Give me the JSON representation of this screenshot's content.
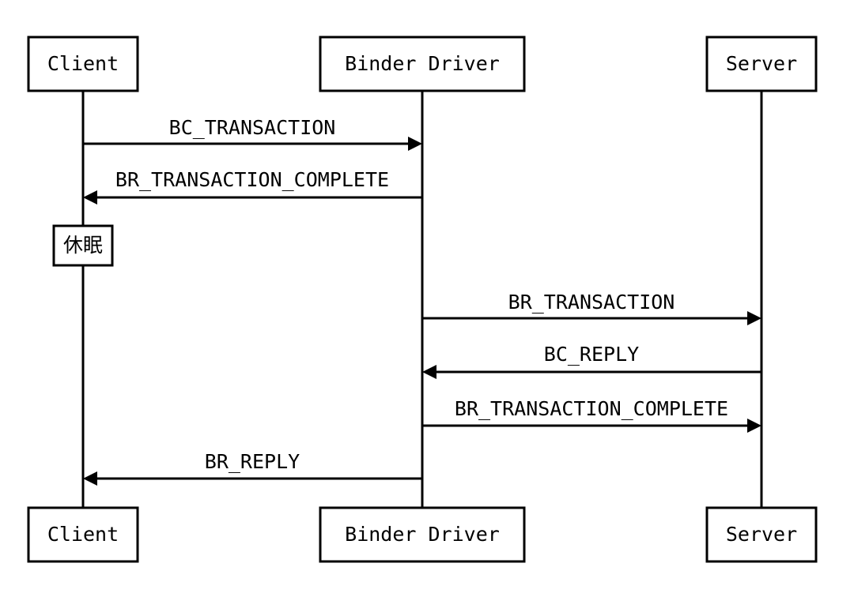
{
  "participants": [
    {
      "id": "client",
      "label": "Client"
    },
    {
      "id": "driver",
      "label": "Binder Driver"
    },
    {
      "id": "server",
      "label": "Server"
    }
  ],
  "messages": [
    {
      "from": "client",
      "to": "driver",
      "label": "BC_TRANSACTION"
    },
    {
      "from": "driver",
      "to": "client",
      "label": "BR_TRANSACTION_COMPLETE"
    },
    {
      "from": "driver",
      "to": "server",
      "label": "BR_TRANSACTION"
    },
    {
      "from": "server",
      "to": "driver",
      "label": "BC_REPLY"
    },
    {
      "from": "driver",
      "to": "server",
      "label": "BR_TRANSACTION_COMPLETE"
    },
    {
      "from": "driver",
      "to": "client",
      "label": "BR_REPLY"
    }
  ],
  "note": {
    "on": "client",
    "label": "休眠"
  }
}
